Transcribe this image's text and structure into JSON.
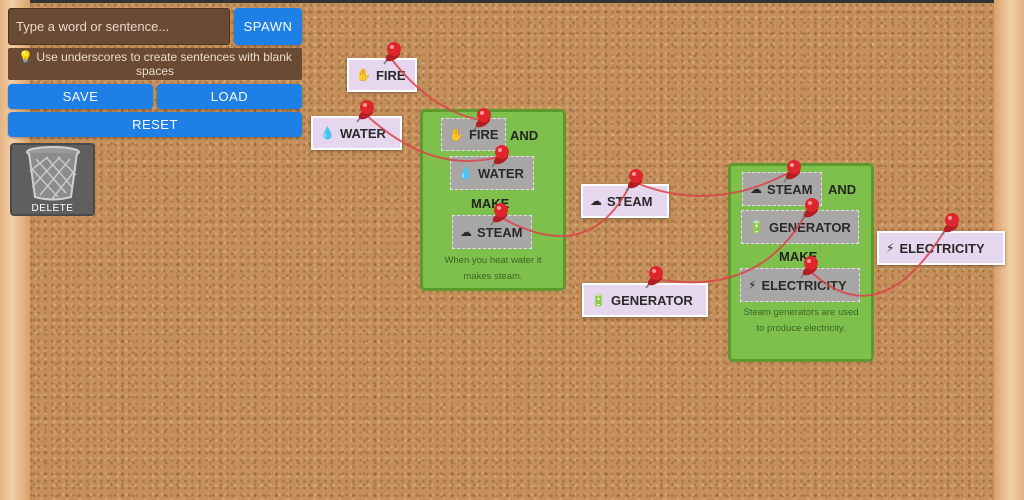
{
  "toolbar": {
    "search_placeholder": "Type a word or sentence...",
    "spawn_label": "SPAWN",
    "hint": "Use underscores to create sentences with blank spaces",
    "save_label": "SAVE",
    "load_label": "LOAD",
    "reset_label": "RESET",
    "delete_label": "DELETE"
  },
  "cards": {
    "fire": {
      "icon": "✋",
      "label": "FIRE"
    },
    "water": {
      "icon": "💧",
      "label": "WATER"
    },
    "steam": {
      "icon": "☁",
      "label": "STEAM"
    },
    "generator": {
      "icon": "🔋",
      "label": "GENERATOR"
    },
    "electricity": {
      "icon": "⚡",
      "label": "ELECTRICITY"
    }
  },
  "recipe1": {
    "slot1": {
      "icon": "✋",
      "label": "FIRE"
    },
    "word1": "AND",
    "slot2": {
      "icon": "💧",
      "label": "WATER"
    },
    "word2": "MAKE",
    "slot3": {
      "icon": "☁",
      "label": "STEAM"
    },
    "description": "When you heat water it makes steam."
  },
  "recipe2": {
    "slot1": {
      "icon": "☁",
      "label": "STEAM"
    },
    "word1": "AND",
    "slot2": {
      "icon": "🔋",
      "label": "GENERATOR"
    },
    "word2": "MAKE",
    "slot3": {
      "icon": "⚡",
      "label": "ELECTRICITY"
    },
    "description": "Steam generators are used to produce electricity."
  },
  "colors": {
    "button_blue": "#1e7fe6",
    "card_bg": "#e6d6ee",
    "recipe_green": "#7fc04c",
    "string_red": "#d8464b",
    "pin_red": "#e0262d"
  }
}
